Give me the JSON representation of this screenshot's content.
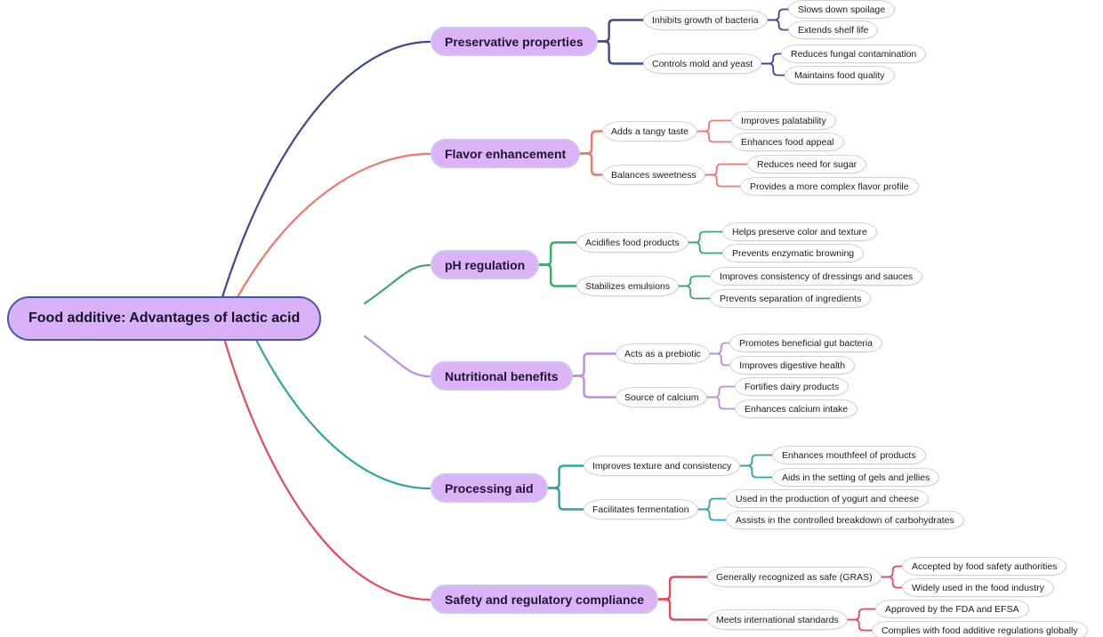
{
  "root": {
    "label": "Food additive: Advantages of lactic acid"
  },
  "colors": {
    "root-fill": "#d9b1f6",
    "root-border": "#4655b4",
    "topic-fill": "#ddb3f7",
    "topic-border": "#c7c8f3",
    "node-border": "#d2d2d2",
    "background": "#ffffff"
  },
  "branches": [
    {
      "label": "Preservative properties",
      "color": "#3f4795",
      "children": [
        {
          "label": "Inhibits growth of bacteria",
          "children": [
            "Slows down spoilage",
            "Extends shelf life"
          ]
        },
        {
          "label": "Controls mold and yeast",
          "children": [
            "Reduces fungal contamination",
            "Maintains food quality"
          ]
        }
      ]
    },
    {
      "label": "Flavor enhancement",
      "color": "#f3756c",
      "children": [
        {
          "label": "Adds a tangy taste",
          "children": [
            "Improves palatability",
            "Enhances food appeal"
          ]
        },
        {
          "label": "Balances sweetness",
          "children": [
            "Reduces need for sugar",
            "Provides a more complex flavor profile"
          ]
        }
      ]
    },
    {
      "label": "pH regulation",
      "color": "#3aa96b",
      "children": [
        {
          "label": "Acidifies food products",
          "children": [
            "Helps preserve color and texture",
            "Prevents enzymatic browning"
          ]
        },
        {
          "label": "Stabilizes emulsions",
          "children": [
            "Improves consistency of dressings and sauces",
            "Prevents separation of ingredients"
          ]
        }
      ]
    },
    {
      "label": "Nutritional benefits",
      "color": "#bf8ce0",
      "children": [
        {
          "label": "Acts as a prebiotic",
          "children": [
            "Promotes beneficial gut bacteria",
            "Improves digestive health"
          ]
        },
        {
          "label": "Source of calcium",
          "children": [
            "Fortifies dairy products",
            "Enhances calcium intake"
          ]
        }
      ]
    },
    {
      "label": "Processing aid",
      "color": "#2da69f",
      "children": [
        {
          "label": "Improves texture and consistency",
          "children": [
            "Enhances mouthfeel of products",
            "Aids in the setting of gels and jellies"
          ]
        },
        {
          "label": "Facilitates fermentation",
          "children": [
            "Used in the production of yogurt and cheese",
            "Assists in the controlled breakdown of carbohydrates"
          ]
        }
      ]
    },
    {
      "label": "Safety and regulatory compliance",
      "color": "#e9495e",
      "children": [
        {
          "label": "Generally recognized as safe (GRAS)",
          "children": [
            "Accepted by food safety authorities",
            "Widely used in the food industry"
          ]
        },
        {
          "label": "Meets international standards",
          "children": [
            "Approved by the FDA and EFSA",
            "Complies with food additive regulations globally"
          ]
        }
      ]
    }
  ]
}
